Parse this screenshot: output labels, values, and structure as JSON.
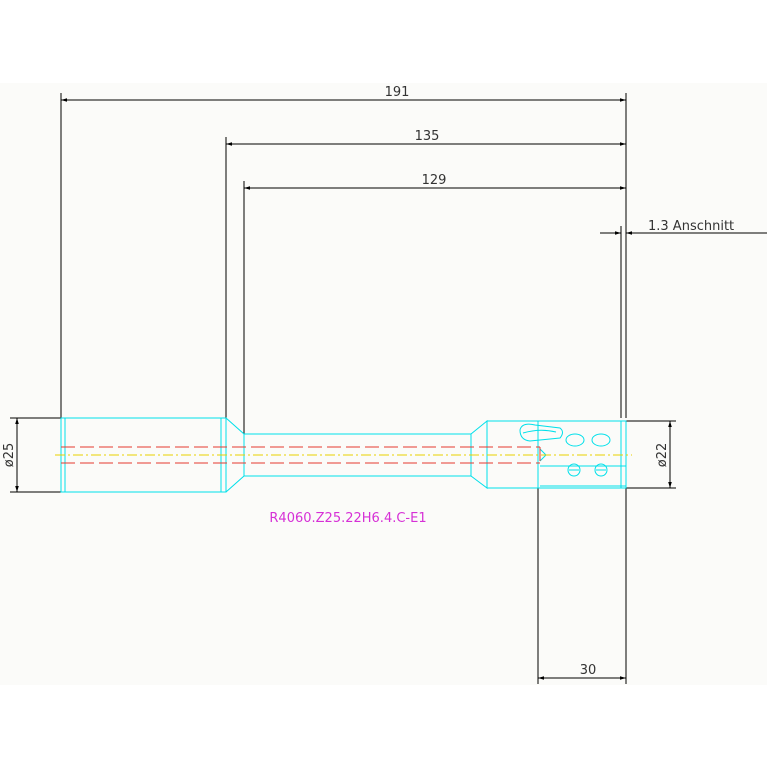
{
  "dimensions": {
    "overall_length": "191",
    "shank_to_tip": "135",
    "neck_to_tip": "129",
    "chamfer": "1.3 Anschnitt",
    "shank_diameter": "ø25",
    "head_diameter": "ø22",
    "head_length": "30"
  },
  "part_number": "R4060.Z25.22H6.4.C-E1",
  "colors": {
    "dimension": "#000000",
    "outline": "#00e0ea",
    "hidden_lines": "#e63a2e",
    "center_line": "#e9d100",
    "label": "#d630d6",
    "background": "#fbfbf9"
  }
}
